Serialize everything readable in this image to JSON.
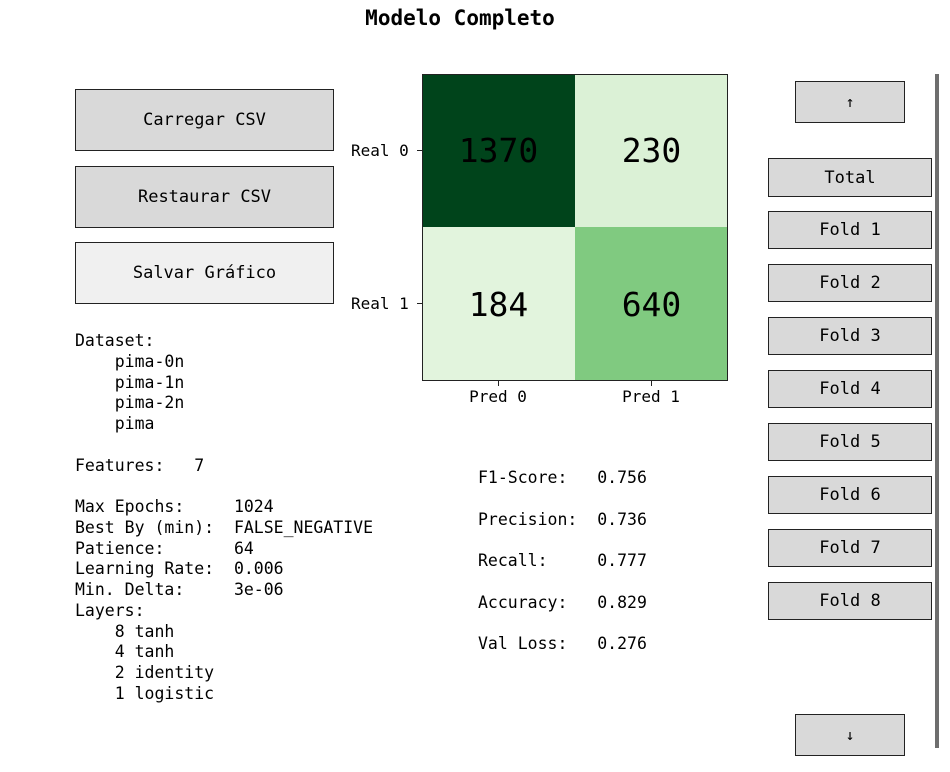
{
  "title": "Modelo Completo",
  "left_buttons": {
    "load_csv": "Carregar CSV",
    "restore_csv": "Restaurar CSV",
    "save_chart": "Salvar Gráfico"
  },
  "info_text": "Dataset:\n    pima-0n\n    pima-1n\n    pima-2n\n    pima\n\nFeatures:   7\n\nMax Epochs:     1024\nBest By (min):  FALSE_NEGATIVE\nPatience:       64\nLearning Rate:  0.006\nMin. Delta:     3e-06\nLayers:\n    8 tanh\n    4 tanh\n    2 identity\n    1 logistic",
  "confusion_matrix": {
    "row_labels": [
      "Real 0",
      "Real 1"
    ],
    "col_labels": [
      "Pred 0",
      "Pred 1"
    ],
    "cells": [
      {
        "label": "1370",
        "value": 1370,
        "color": "#00441b",
        "text_color": "#000000"
      },
      {
        "label": "230",
        "value": 230,
        "color": "#dbf1d6",
        "text_color": "#000000"
      },
      {
        "label": "184",
        "value": 184,
        "color": "#e2f4dd",
        "text_color": "#000000"
      },
      {
        "label": "640",
        "value": 640,
        "color": "#80ca80",
        "text_color": "#000000"
      }
    ]
  },
  "metrics_text": "F1-Score:   0.756\n\nPrecision:  0.736\n\nRecall:     0.777\n\nAccuracy:   0.829\n\nVal Loss:   0.276",
  "nav": {
    "up_arrow": "↑",
    "down_arrow": "↓",
    "items": [
      "Total",
      "Fold 1",
      "Fold 2",
      "Fold 3",
      "Fold 4",
      "Fold 5",
      "Fold 6",
      "Fold 7",
      "Fold 8"
    ]
  }
}
